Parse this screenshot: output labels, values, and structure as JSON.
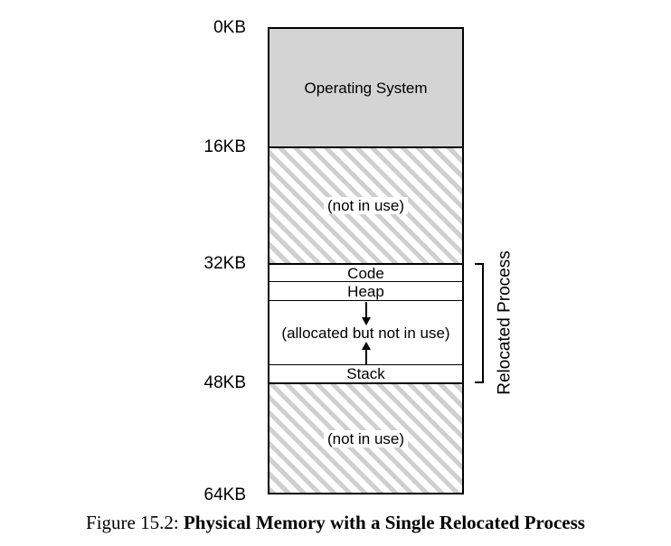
{
  "figure": {
    "caption_number": "Figure 15.2:",
    "caption_title": "Physical Memory with a Single Relocated Process"
  },
  "colors": {
    "os_fill": "#d4d4d4",
    "hatch_stripe": "#cfcfcf",
    "background": "#ffffff",
    "outline": "#000000"
  },
  "address_axis": {
    "unit": "KB",
    "ticks": [
      {
        "label": "0KB",
        "value": 0
      },
      {
        "label": "16KB",
        "value": 16
      },
      {
        "label": "32KB",
        "value": 32
      },
      {
        "label": "48KB",
        "value": 48
      },
      {
        "label": "64KB",
        "value": 64
      }
    ]
  },
  "memory_map": {
    "total_label": "64KB",
    "segments": [
      {
        "name": "operating-system",
        "label": "Operating System",
        "start": 0,
        "end": 16,
        "fill": "solid-gray"
      },
      {
        "name": "free-upper",
        "label": "(not in use)",
        "start": 16,
        "end": 32,
        "fill": "hatched"
      },
      {
        "name": "code",
        "label": "Code",
        "start": 32,
        "end": 34.5,
        "fill": "white"
      },
      {
        "name": "heap",
        "label": "Heap",
        "start": 34.5,
        "end": 37,
        "fill": "white"
      },
      {
        "name": "allocated-free",
        "label": "(allocated but not in use)",
        "start": 37,
        "end": 46,
        "fill": "white"
      },
      {
        "name": "stack",
        "label": "Stack",
        "start": 46,
        "end": 48,
        "fill": "white"
      },
      {
        "name": "free-lower",
        "label": "(not in use)",
        "start": 48,
        "end": 64,
        "fill": "hatched"
      }
    ]
  },
  "annotations": {
    "bracket_label": "Relocated Process",
    "heap_growth_arrow": "arrow-down",
    "stack_growth_arrow": "arrow-up"
  }
}
